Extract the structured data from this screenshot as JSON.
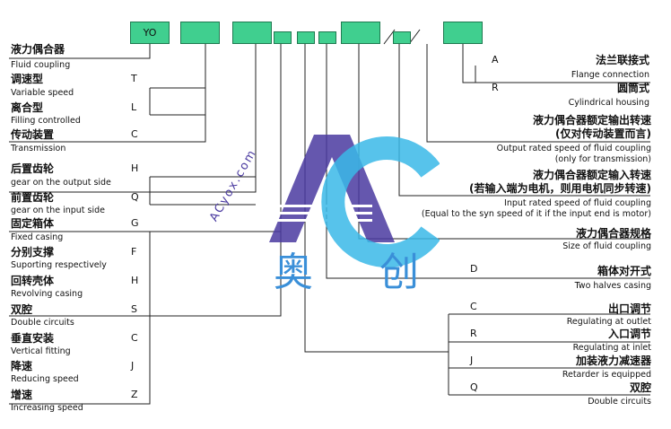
{
  "code_boxes": [
    {
      "id": "b1",
      "label": "YO"
    },
    {
      "id": "b2",
      "label": ""
    },
    {
      "id": "b3",
      "label": ""
    },
    {
      "id": "b4",
      "label": ""
    },
    {
      "id": "b5",
      "label": ""
    },
    {
      "id": "b6",
      "label": ""
    },
    {
      "id": "b7",
      "label": ""
    },
    {
      "id": "b8",
      "label": ""
    },
    {
      "id": "b9",
      "label": ""
    }
  ],
  "left_groups": [
    {
      "name": "fluid-coupling",
      "cn": "液力偶合器",
      "en": "Fluid coupling",
      "options": [
        {
          "cn": "调速型",
          "en": "Variable speed",
          "code": "T"
        },
        {
          "cn": "离合型",
          "en": "Filling controlled",
          "code": "L"
        },
        {
          "cn": "传动装置",
          "en": "Transmission",
          "code": "C"
        }
      ]
    },
    {
      "name": "gear",
      "options": [
        {
          "cn": "后置齿轮",
          "en": "gear on the output side",
          "code": "H"
        },
        {
          "cn": "前置齿轮",
          "en": "gear on the input side",
          "code": "Q"
        }
      ]
    },
    {
      "name": "casing",
      "options": [
        {
          "cn": "固定箱体",
          "en": "Fixed casing",
          "code": "G"
        },
        {
          "cn": "分别支撑",
          "en": "Suporting respectively",
          "code": "F"
        },
        {
          "cn": "回转壳体",
          "en": "Revolving casing",
          "code": "H"
        },
        {
          "cn": "双腔",
          "en": "Double circuits",
          "code": "S"
        },
        {
          "cn": "垂直安装",
          "en": "Vertical fitting",
          "code": "C"
        },
        {
          "cn": "降速",
          "en": "Reducing speed",
          "code": "J"
        },
        {
          "cn": "增速",
          "en": "Increasing speed",
          "code": "Z"
        }
      ]
    }
  ],
  "right": {
    "housing": [
      {
        "code": "A",
        "cn": "法兰联接式",
        "en": "Flange connection"
      },
      {
        "code": "R",
        "cn": "圆筒式",
        "en": "Cylindrical housing"
      }
    ],
    "output_speed": {
      "cn1": "液力偶合器额定输出转速",
      "cn2": "(仅对传动装置而言)",
      "en1": "Output rated speed of fluid coupling",
      "en2": "(only for transmission)"
    },
    "input_speed": {
      "cn1": "液力偶合器额定输入转速",
      "cn2": "(若输入端为电机，则用电机同步转速)",
      "en1": "Input rated speed of fluid coupling",
      "en2": "(Equal to the syn speed of it if the input end is motor)"
    },
    "spec": {
      "cn": "液力偶合器规格",
      "en": "Size of fluid coupling"
    },
    "split": {
      "code": "D",
      "cn": "箱体对开式",
      "en": "Two halves casing"
    },
    "regulating": [
      {
        "code": "C",
        "cn": "出口调节",
        "en": "Regulating at outlet"
      },
      {
        "code": "R",
        "cn": "入口调节",
        "en": "Regulating at inlet"
      },
      {
        "code": "J",
        "cn": "加装液力减速器",
        "en": "Retarder is equipped"
      },
      {
        "code": "Q",
        "cn": "双腔",
        "en": "Double circuits"
      }
    ]
  },
  "watermark": {
    "logo": "AC",
    "cn": "奥 创",
    "url": "ACyox.com"
  },
  "colors": {
    "box": "#40cf8f",
    "line": "#222222",
    "logo": "#4a3aa0",
    "logo_accent": "#39b8e8"
  }
}
